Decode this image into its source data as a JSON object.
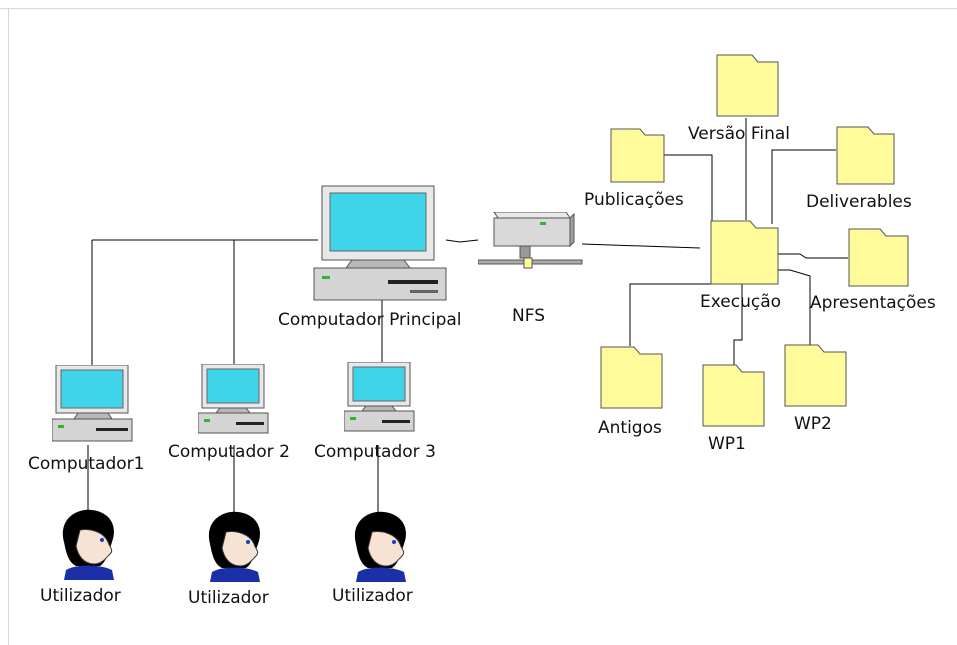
{
  "diagram": {
    "main_computer": {
      "label": "Computador Principal",
      "icon": "desktop-computer-icon"
    },
    "server": {
      "label": "NFS",
      "icon": "nfs-server-icon"
    },
    "clients": [
      {
        "label": "Computador1",
        "user_label": "Utilizador"
      },
      {
        "label": "Computador 2",
        "user_label": "Utilizador"
      },
      {
        "label": "Computador 3",
        "user_label": "Utilizador"
      }
    ],
    "folders": {
      "root": "Execução",
      "children": [
        "Versão Final",
        "Publicações",
        "Deliverables",
        "Apresentações",
        "Antigos",
        "WP1",
        "WP2"
      ]
    },
    "colors": {
      "screen": "#3fd4ea",
      "case": "#c8c8c8",
      "folder": "#fffb9a",
      "line": "#000000"
    }
  }
}
